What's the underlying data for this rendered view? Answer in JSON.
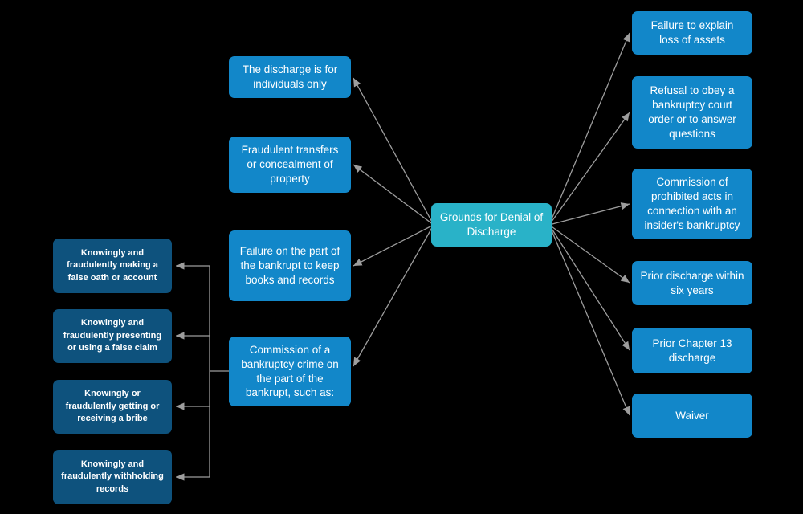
{
  "diagram": {
    "title": "Grounds for Denial of Discharge",
    "center": {
      "label": "Grounds for Denial of Discharge"
    },
    "left_branches": [
      {
        "label": "The discharge is for individuals only"
      },
      {
        "label": "Fraudulent transfers or concealment of property"
      },
      {
        "label": "Failure on the part of the bankrupt to keep books and records"
      },
      {
        "label": "Commission of a bankruptcy crime on the part of the bankrupt, such as:"
      }
    ],
    "crime_examples": [
      {
        "label": "Knowingly and fraudulently making a false oath or account"
      },
      {
        "label": "Knowingly and fraudulently presenting or using a false claim"
      },
      {
        "label": "Knowingly or fraudulently getting or receiving a bribe"
      },
      {
        "label": "Knowingly and fraudulently withholding records"
      }
    ],
    "right_branches": [
      {
        "label": "Failure to explain loss of assets"
      },
      {
        "label": "Refusal to obey a bankruptcy court order or to answer questions"
      },
      {
        "label": "Commission of prohibited acts in connection with an insider's bankruptcy"
      },
      {
        "label": "Prior discharge within six years"
      },
      {
        "label": "Prior Chapter 13 discharge"
      },
      {
        "label": "Waiver"
      }
    ],
    "colors": {
      "background": "#000000",
      "center_node": "#29b2c8",
      "branch_node": "#1287c9",
      "sub_node": "#0e527d",
      "connector": "#9d9d9d",
      "text": "#ffffff"
    }
  }
}
